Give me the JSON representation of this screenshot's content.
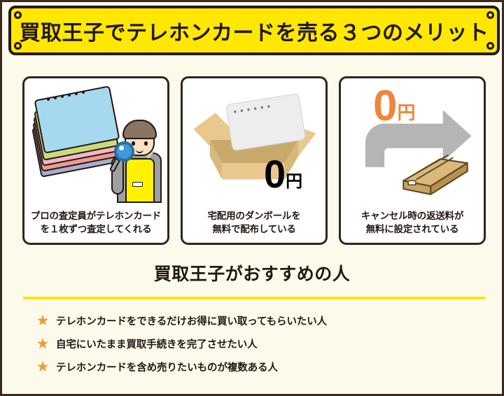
{
  "header": {
    "title": "買取王子でテレホンカードを売る３つのメリット",
    "background_color": "#FFE800",
    "border_color": "#231815"
  },
  "page": {
    "background_color": "#FCFBEB",
    "border_color": "#3B2A22"
  },
  "benefit_cards": [
    {
      "icon": "appraiser-with-magnifier-icon",
      "caption_line1": "プロの査定員がテレホンカード",
      "caption_line2": "を１枚ずつ査定してくれる",
      "badge": null
    },
    {
      "icon": "cardboard-box-with-card-icon",
      "caption_line1": "宅配用のダンボールを",
      "caption_line2": "無料で配布している",
      "badge": {
        "amount": "0",
        "unit": "円",
        "color": "#000000"
      }
    },
    {
      "icon": "return-arrow-with-package-icon",
      "caption_line1": "キャンセル時の返送料が",
      "caption_line2": "無料に設定されている",
      "badge": {
        "amount": "0",
        "unit": "円",
        "color": "#F0853C"
      }
    }
  ],
  "recommend_section": {
    "title": "買取王子がおすすめの人",
    "divider_color": "#FFE400",
    "bullet_marker": "star-icon",
    "bullet_marker_glyph": "★",
    "bullet_color": "#F09A38",
    "items": [
      "テレホンカードをできるだけお得に買い取ってもらいたい人",
      "自宅にいたまま買取手続きを完了させたい人",
      "テレホンカードを含め売りたいものが複数ある人"
    ]
  }
}
